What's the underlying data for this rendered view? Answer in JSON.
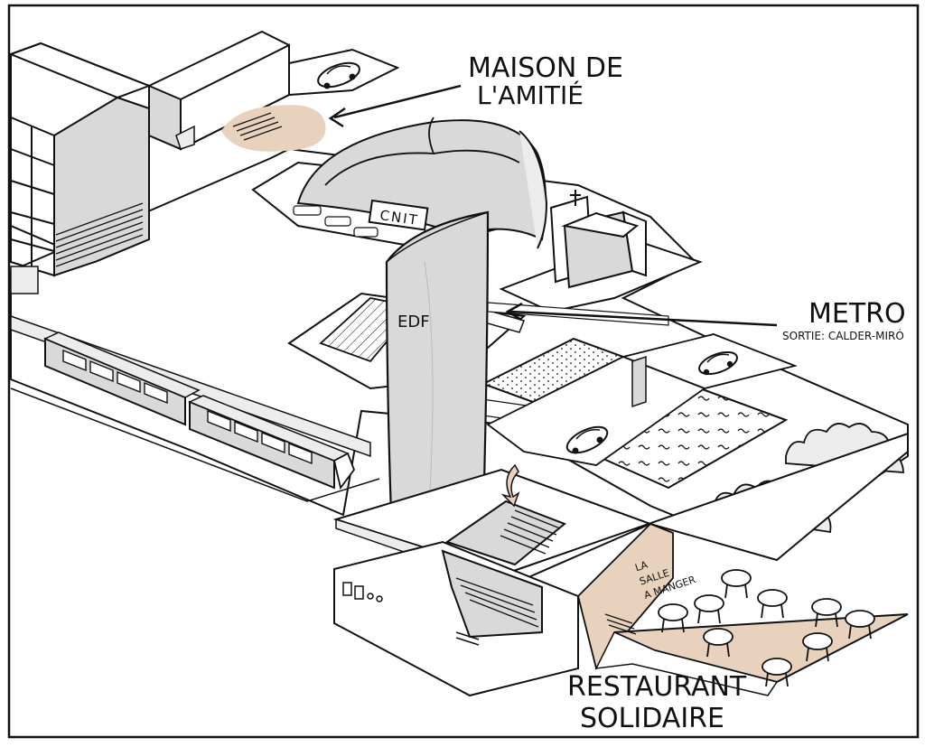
{
  "labels": {
    "maison_line1": "MAISON DE",
    "maison_line2": "L'AMITIÉ",
    "metro_title": "METRO",
    "metro_sub": "SORTIE: CALDER-MIRÓ",
    "restaurant_line1": "RESTAURANT",
    "restaurant_line2": "SOLIDAIRE",
    "salle_line1": "LA",
    "salle_line2": "SALLE",
    "salle_line3": "A MANGER"
  },
  "signs": {
    "cnit": "CNIT",
    "edf": "EDF"
  },
  "colors": {
    "ink": "#111111",
    "shade": "#d9d9d9",
    "shade_light": "#ececec",
    "accent": "#e8d2bd",
    "paper": "#ffffff"
  }
}
